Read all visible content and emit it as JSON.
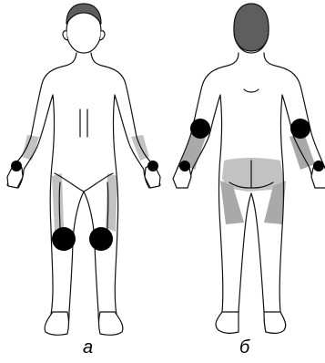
{
  "panels": [
    {
      "label": "а",
      "view": "front"
    },
    {
      "label": "б",
      "view": "back"
    }
  ],
  "colors": {
    "outline": "#111111",
    "hair": "#5e5e5e",
    "shaded_region": "#c2c2c2",
    "marker": "#000000",
    "background": "#ffffff"
  }
}
